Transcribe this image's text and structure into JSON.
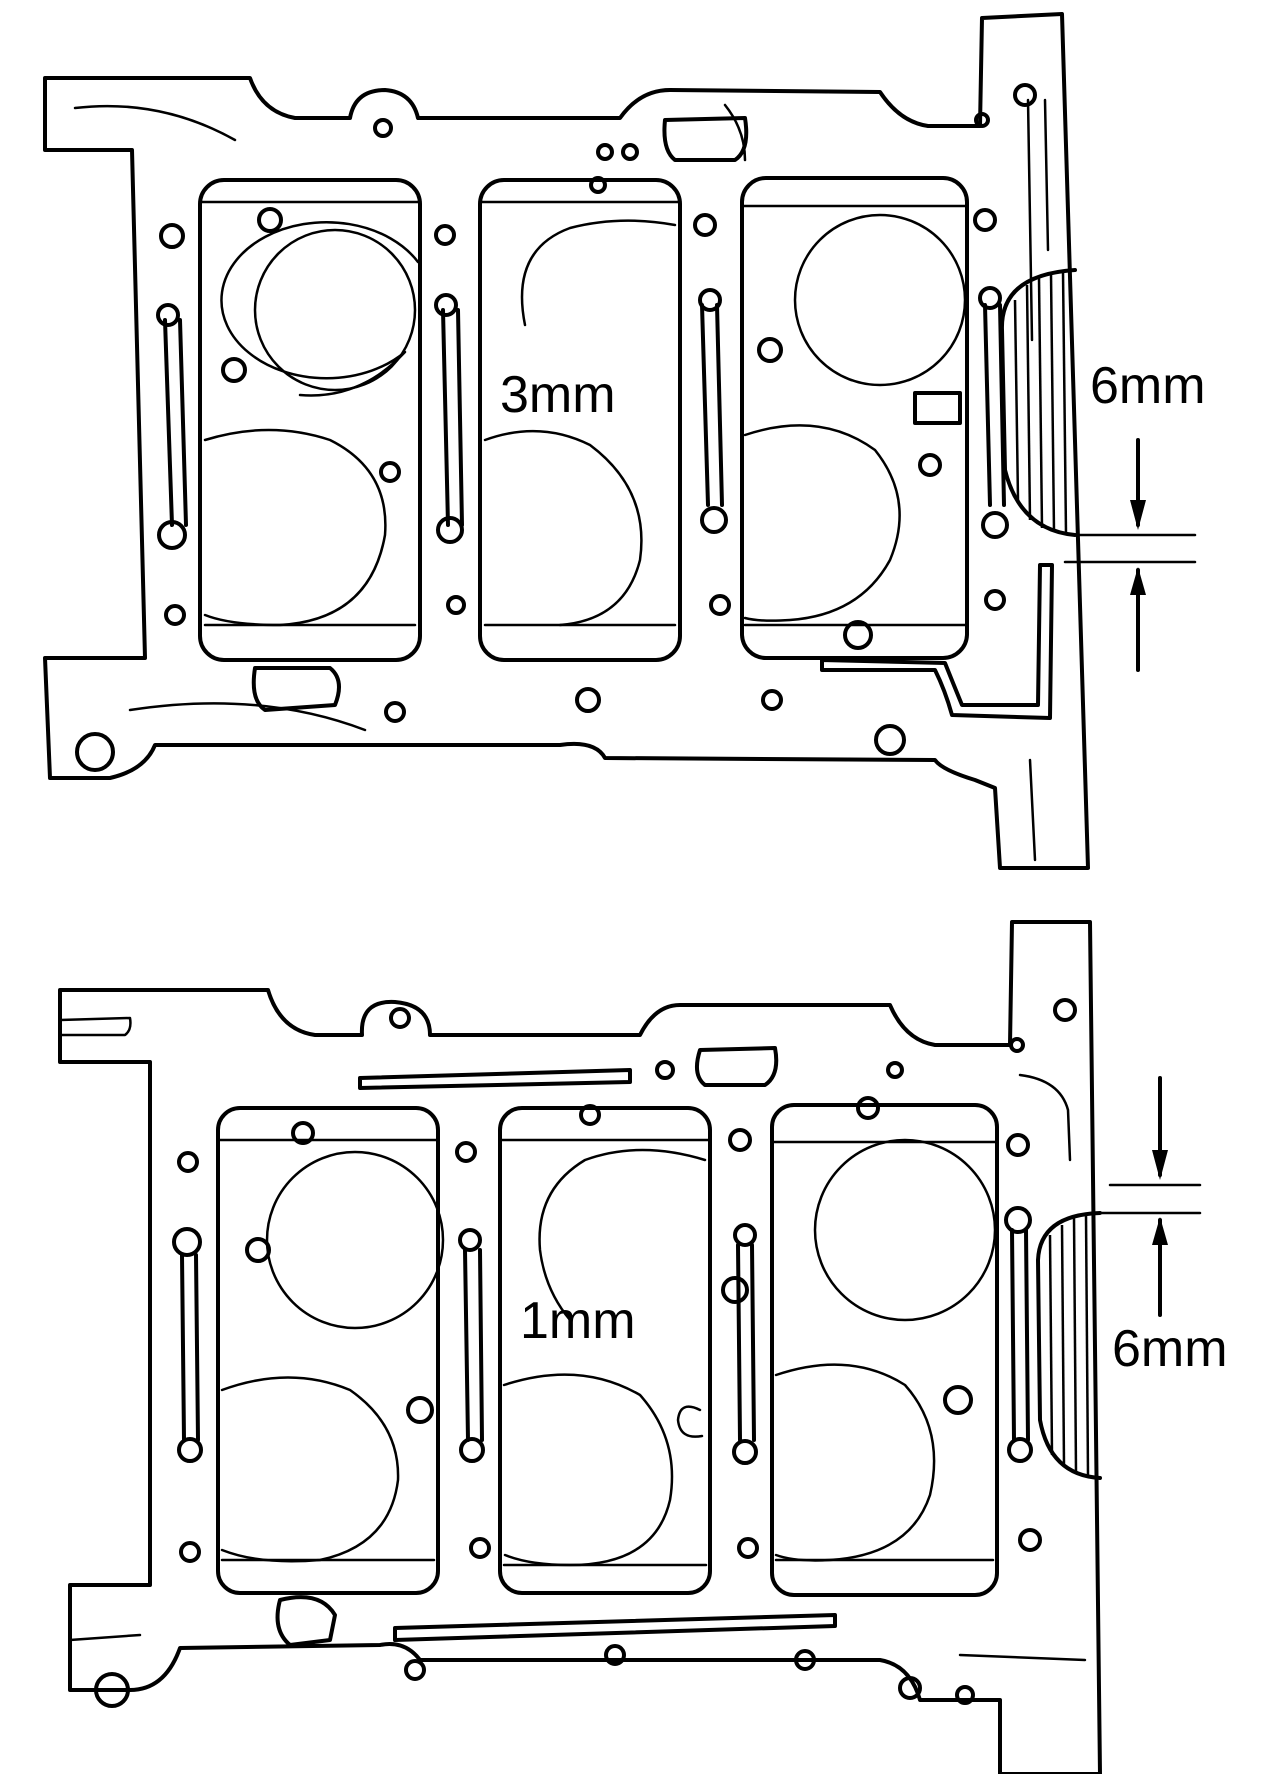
{
  "diagrams": [
    {
      "center_label": "3mm",
      "side_label": "6mm"
    },
    {
      "center_label": "1mm",
      "side_label": "6mm"
    }
  ],
  "colors": {
    "ink": "#000000",
    "background": "#ffffff"
  }
}
